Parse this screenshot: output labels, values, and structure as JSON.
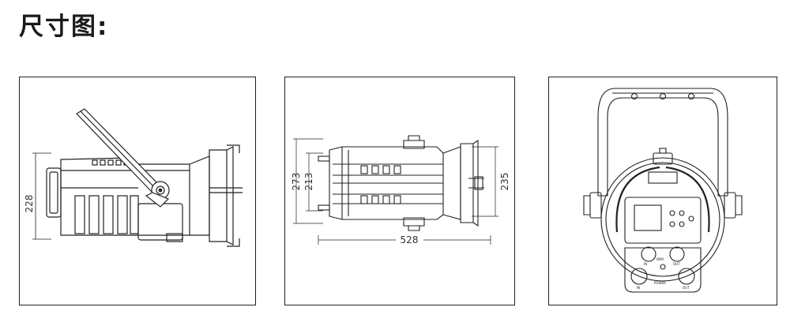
{
  "title": "尺寸图:",
  "views": {
    "side": {
      "height_dim": "228"
    },
    "top": {
      "outer_height_dim": "273",
      "inner_height_dim": "213",
      "length_dim": "528",
      "lens_height_dim": "235"
    },
    "front": {
      "labels": {
        "in": "IN",
        "out": "OUT",
        "dmx": "DMX",
        "power": "POWER",
        "power_in": "IN",
        "power_out": "OUT"
      }
    }
  }
}
